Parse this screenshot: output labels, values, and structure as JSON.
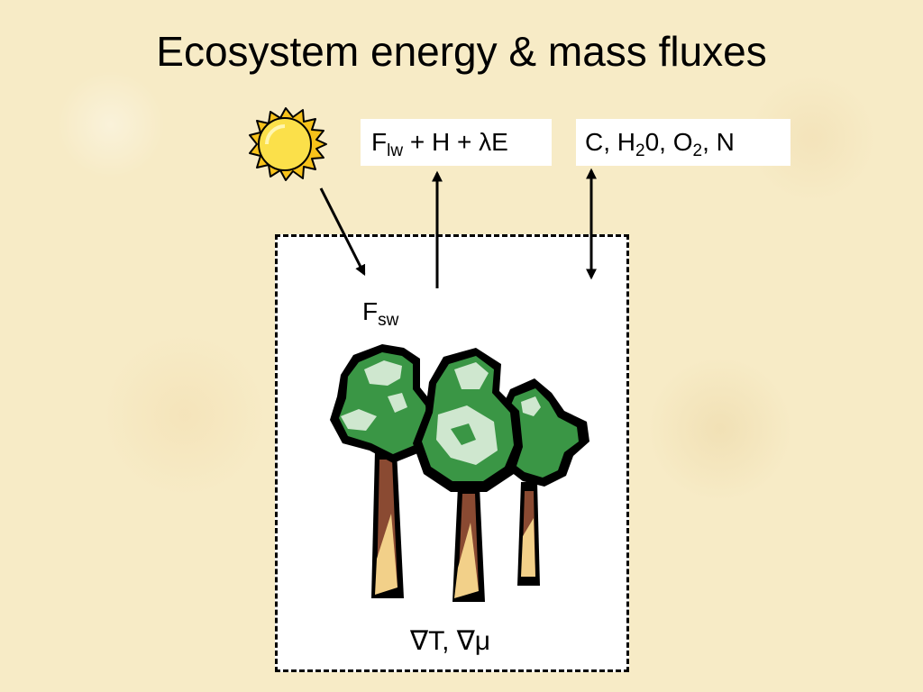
{
  "slide": {
    "title": "Ecosystem energy & mass fluxes"
  },
  "labels": {
    "flux_lw_main": "F",
    "flux_lw_sub": "lw",
    "flux_rest": " + H + λE",
    "mass_c_h": "C, H",
    "mass_sub_2a": "2",
    "mass_0_o": "0, O",
    "mass_sub_2b": "2",
    "mass_n": ", N",
    "fsw_main": "F",
    "fsw_sub": "sw",
    "gradients": "∇T, ∇μ"
  },
  "colors": {
    "background": "#f7ebc6",
    "sun_fill": "#f7c21a",
    "leaf_dark": "#3a9645",
    "leaf_light": "#cfe7cf",
    "trunk_brown": "#8a4a32",
    "trunk_light": "#f2d089"
  },
  "icons": [
    "sun-icon",
    "trees-icon"
  ]
}
